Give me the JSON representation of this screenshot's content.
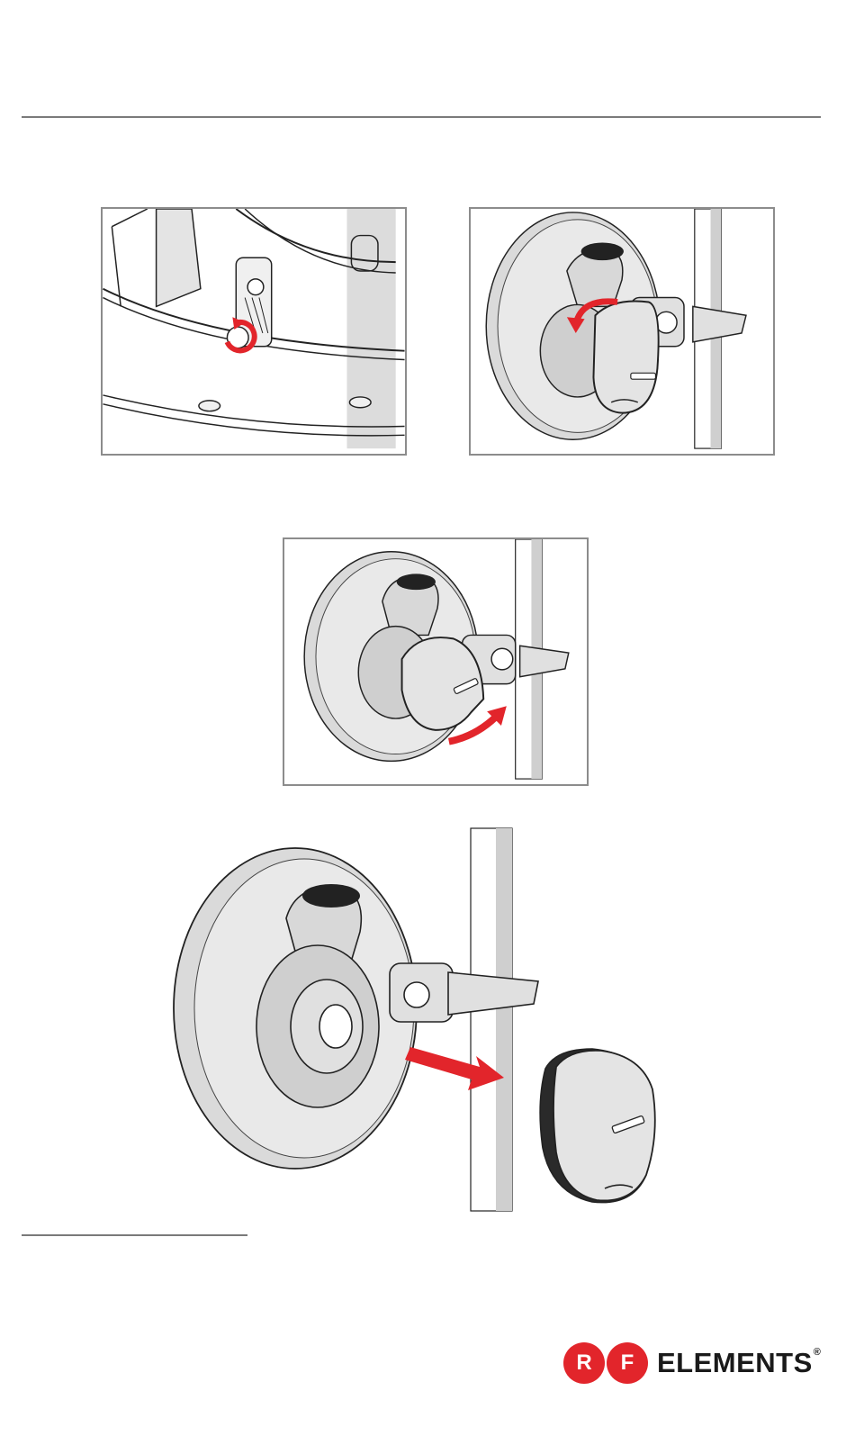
{
  "logo": {
    "letter_1": "R",
    "letter_2": "F",
    "word": "ELEMENTS",
    "registered_mark": "®"
  },
  "colors": {
    "arrow_red": "#e2252b",
    "line_gray": "#7a7a7a",
    "fill_gray": "#d9d9d9"
  },
  "figures": [
    {
      "id": "fig1",
      "depicts": "screw-loosening"
    },
    {
      "id": "fig2",
      "depicts": "rotate-radio-counterclockwise"
    },
    {
      "id": "fig3",
      "depicts": "rotate-radio-clockwise"
    },
    {
      "id": "fig4",
      "depicts": "remove-radio-from-dish"
    }
  ]
}
